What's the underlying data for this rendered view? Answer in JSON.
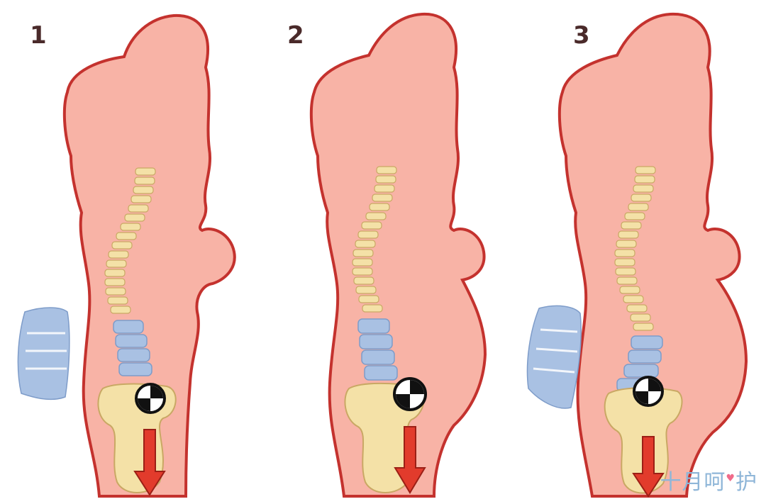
{
  "panels": [
    {
      "number": "1"
    },
    {
      "number": "2"
    },
    {
      "number": "3"
    }
  ],
  "watermark": {
    "text_a": "十月呵",
    "heart": "♥",
    "text_b": "护"
  },
  "colors": {
    "body_fill": "#f8b3a6",
    "body_outline": "#c4322e",
    "spine": "#f4e1a7",
    "spine_outline": "#c9a864",
    "lumbar": "#a9c1e3",
    "lumbar_outline": "#7e9cc9",
    "arrow": "#e23b2c",
    "arrow_outline": "#9c1f16"
  },
  "icons": [
    "center-of-gravity-icon",
    "down-arrow-icon"
  ]
}
